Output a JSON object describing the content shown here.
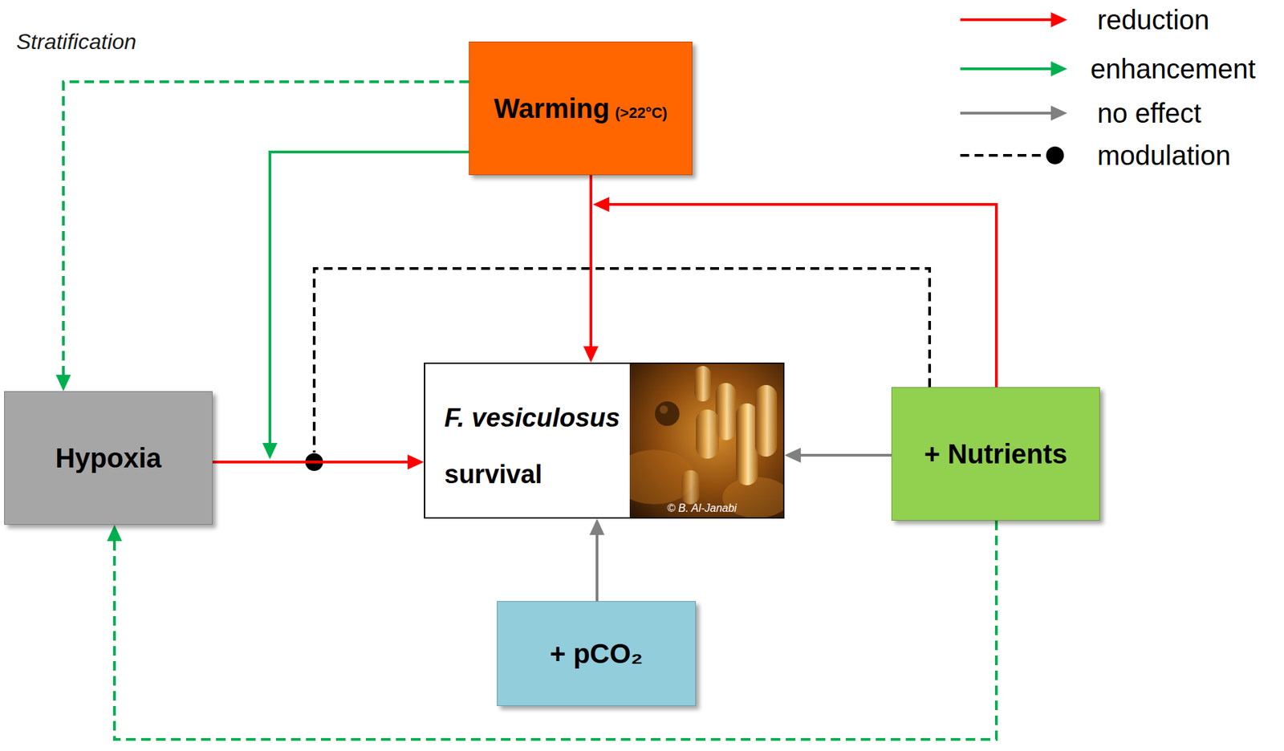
{
  "diagram": {
    "nodes": [
      {
        "text": [
          "Warming",
          "(>22°C)"
        ]
      },
      {
        "text": [
          "Hypoxia"
        ]
      },
      {
        "text": [
          "F. vesiculosus",
          "survival"
        ]
      },
      {
        "text": [
          "+ Nutrients"
        ]
      },
      {
        "text": [
          "+ pCO₂"
        ]
      }
    ],
    "edges": [
      {
        "from": 0,
        "to": 1,
        "arrow": "to",
        "label": "Stratification"
      },
      {
        "from": 0,
        "to": 2,
        "arrow": "to"
      },
      {
        "from": 1,
        "to": 2,
        "arrow": "to"
      },
      {
        "from": 3,
        "to": 2,
        "arrow": "to"
      },
      {
        "from": 4,
        "to": 2,
        "arrow": "to"
      },
      {
        "from": 3,
        "to": 1,
        "arrow": "to"
      }
    ],
    "labels": [
      "© B. Al-Janabi"
    ],
    "legend": [
      {
        "text": "reduction"
      },
      {
        "text": "enhancement"
      },
      {
        "text": "no effect"
      },
      {
        "text": "modulation"
      }
    ]
  }
}
